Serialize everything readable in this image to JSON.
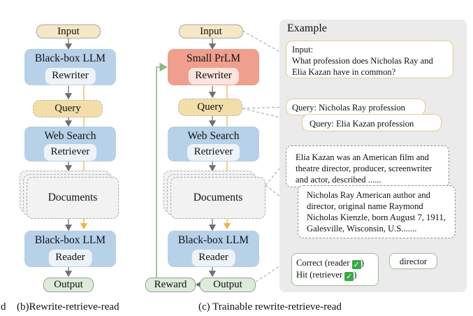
{
  "panel_b": {
    "input": "Input",
    "rewriter_title": "Black-box LLM",
    "rewriter_sub": "Rewriter",
    "query": "Query",
    "retriever_title": "Web Search",
    "retriever_sub": "Retriever",
    "documents": "Documents",
    "reader_title": "Black-box LLM",
    "reader_sub": "Reader",
    "output": "Output"
  },
  "panel_c": {
    "input": "Input",
    "rewriter_title": "Small PrLM",
    "rewriter_sub": "Rewriter",
    "query": "Query",
    "retriever_title": "Web Search",
    "retriever_sub": "Retriever",
    "documents": "Documents",
    "reader_title": "Black-box LLM",
    "reader_sub": "Reader",
    "output": "Output",
    "reward": "Reward"
  },
  "example": {
    "title": "Example",
    "input_label": "Input:",
    "input_text": "What profession does Nicholas Ray and Elia Kazan have in common?",
    "query_1": "Query: Nicholas Ray profession",
    "query_2": "Query: Elia Kazan profession",
    "doc_1": "Elia Kazan was an American film and theatre director, producer, screenwriter and actor, described  ......",
    "doc_2": "Nicholas Ray American author and director, original name Raymond Nicholas Kienzle, born August 7, 1911, Galesville, Wisconsin, U.S.......",
    "correct_label": "Correct (reader",
    "hit_label": "Hit (retriever",
    "answer": "director"
  },
  "captions": {
    "a_fragment": "d",
    "b": "(b)Rewrite-retrieve-read",
    "c": "(c) Trainable rewrite-retrieve-read"
  },
  "colors": {
    "input_fill": "#f6e7c6",
    "output_fill": "#ddecd9",
    "llm_blue": "#b7d1e8",
    "prlm_red": "#ef9f8d",
    "query_fill": "#f3deaa",
    "arrow_orange": "#f0b24a",
    "reward_green": "#8fb585",
    "check_green": "#39a845"
  }
}
